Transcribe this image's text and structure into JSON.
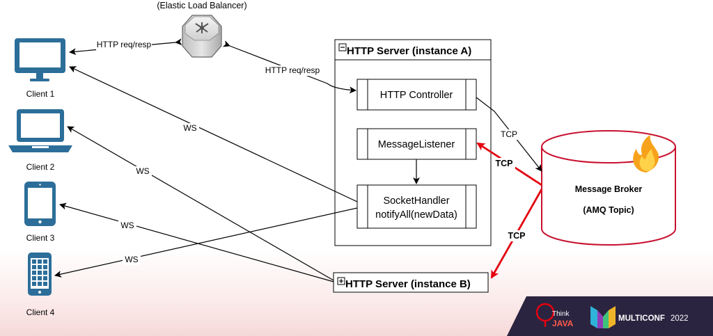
{
  "load_balancer": {
    "label": "(Elastic Load Balancer)"
  },
  "clients": [
    {
      "label": "Client 1",
      "icon": "desktop-monitor-icon"
    },
    {
      "label": "Client 2",
      "icon": "laptop-icon"
    },
    {
      "label": "Client 3",
      "icon": "tablet-icon"
    },
    {
      "label": "Client 4",
      "icon": "smartphone-icon"
    }
  ],
  "server_a": {
    "title": "HTTP Server (instance A)",
    "toggle": "−",
    "components": {
      "http_controller": "HTTP Controller",
      "message_listener": "MessageListener",
      "socket_handler_line1": "SocketHandler",
      "socket_handler_line2": "notifyAll(newData)"
    }
  },
  "server_b": {
    "title": "HTTP Server (instance B)",
    "toggle": "+"
  },
  "broker": {
    "line1": "Message Broker",
    "line2": "(AMQ Topic)",
    "icon": "flame-icon"
  },
  "edges": {
    "client1_lb": "HTTP req/resp",
    "lb_controller": "HTTP req/resp",
    "controller_broker": "TCP",
    "broker_listener": "TCP",
    "broker_server_b": "TCP",
    "ws_client1": "WS",
    "ws_client2": "WS",
    "ws_client3": "WS",
    "ws_client4": "WS"
  },
  "banner": {
    "think_line1": "Think",
    "think_line2": "JAVA",
    "conf_name": "MULTICONF",
    "conf_year": "2022"
  },
  "colors": {
    "red_arrow": "#e3000f",
    "broker_border": "#c8102e",
    "banner_bg": "#2b2440"
  }
}
